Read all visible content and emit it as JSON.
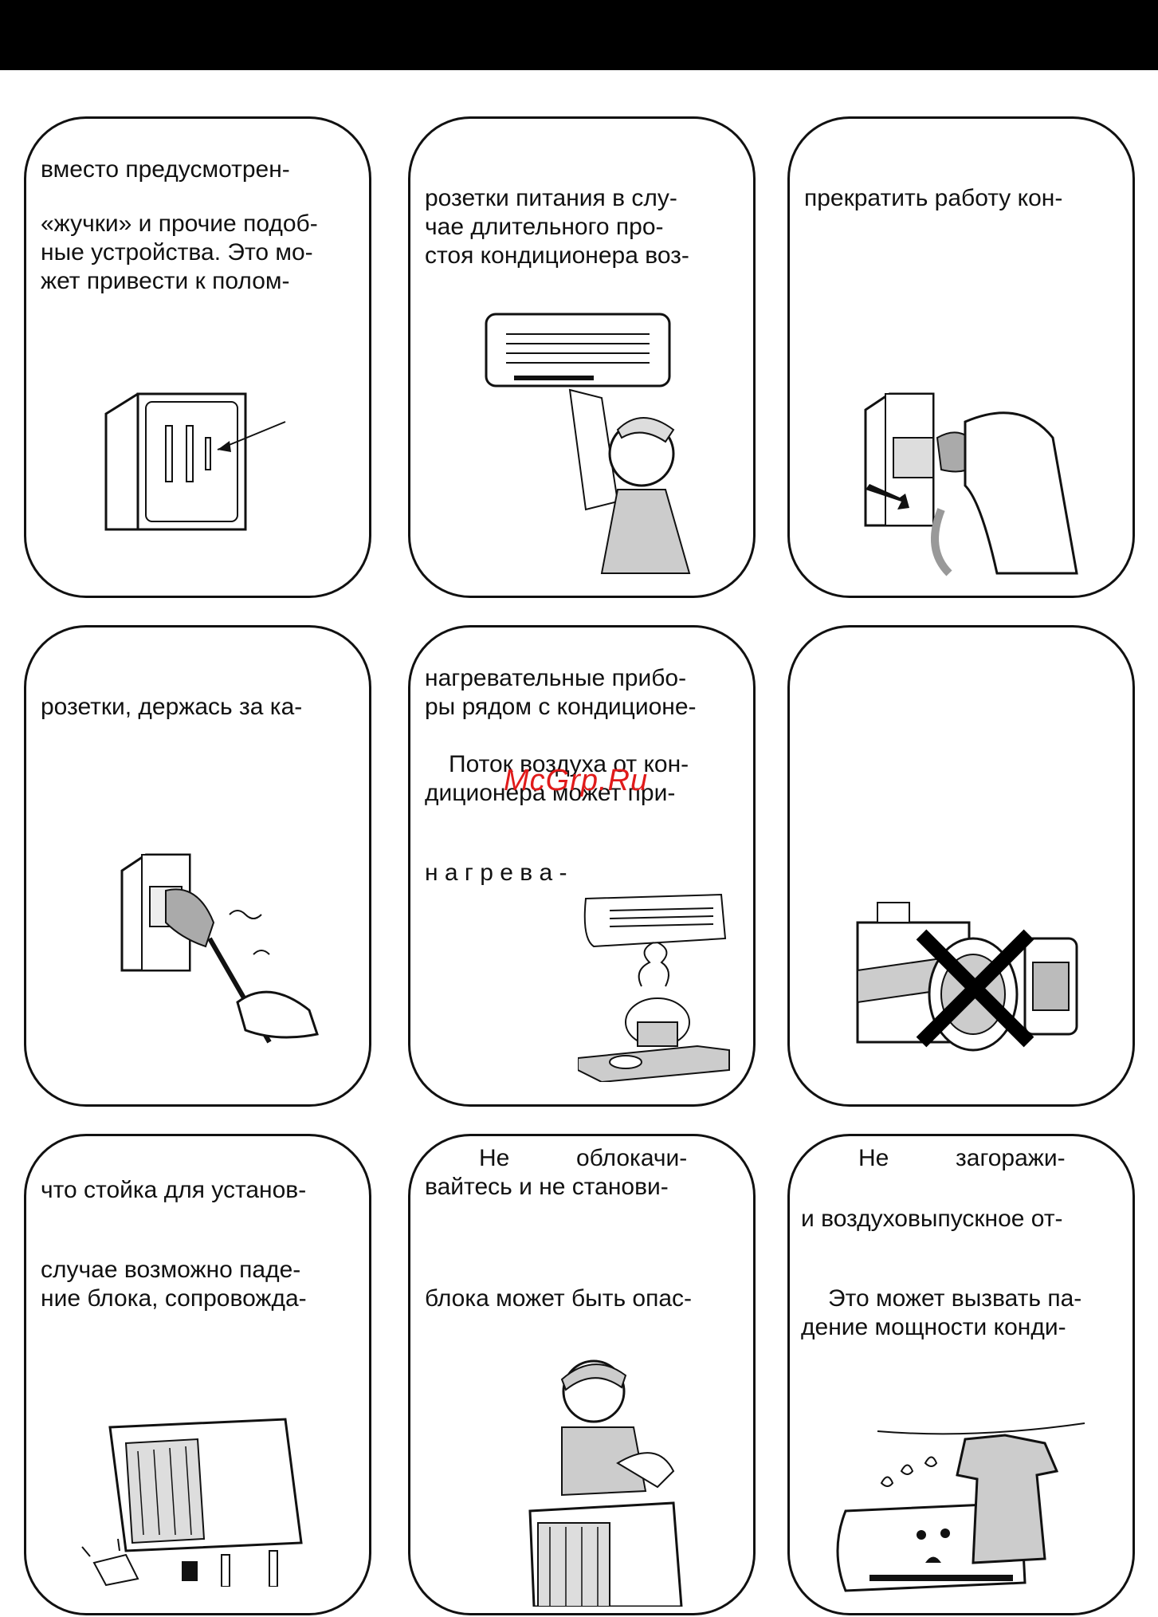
{
  "watermark": "McGrp.Ru",
  "cards": [
    {
      "lines": [
        "вместо  предусмотрен-",
        "«жучки» и прочие подоб-",
        "ные устройства. Это мо-",
        "жет  привести  к  полом-"
      ]
    },
    {
      "lines": [
        "розетки питания в слу-",
        "чае   длительного   про-",
        "стоя кондиционера воз-"
      ]
    },
    {
      "lines": [
        "прекратить  работу  кон-"
      ]
    },
    {
      "lines": [
        "розетки,  держась  за  ка-"
      ]
    },
    {
      "lines": [
        "нагревательные прибо-",
        "ры рядом с кондиционе-",
        "Поток воздуха от кон-",
        "диционера   может   при-",
        "н а г р е в а -"
      ]
    },
    {
      "lines": []
    },
    {
      "lines": [
        "что стойка для установ-",
        "случае возможно паде-",
        "ние блока, сопровожда-"
      ]
    },
    {
      "lines": [
        "Не",
        "облокачи-",
        "вайтесь  и  не  станови-",
        "блока может быть опас-"
      ]
    },
    {
      "lines": [
        "Не",
        "загоражи-",
        "и  воздуховыпускное  от-",
        "Это может вызвать па-",
        "дение мощности конди-"
      ]
    }
  ],
  "icons": {
    "card1": "socket-with-bug-arrow-icon",
    "card2": "child-near-air-conditioner-icon",
    "card3": "hand-unplugging-plug-icon",
    "card4": "hand-pulling-cord-icon",
    "card5": "stove-under-air-conditioner-icon",
    "card6": "flammable-cans-crossed-icon",
    "card7": "falling-outdoor-unit-icon",
    "card8": "child-climbing-unit-icon",
    "card9": "blocked-indoor-unit-icon"
  }
}
